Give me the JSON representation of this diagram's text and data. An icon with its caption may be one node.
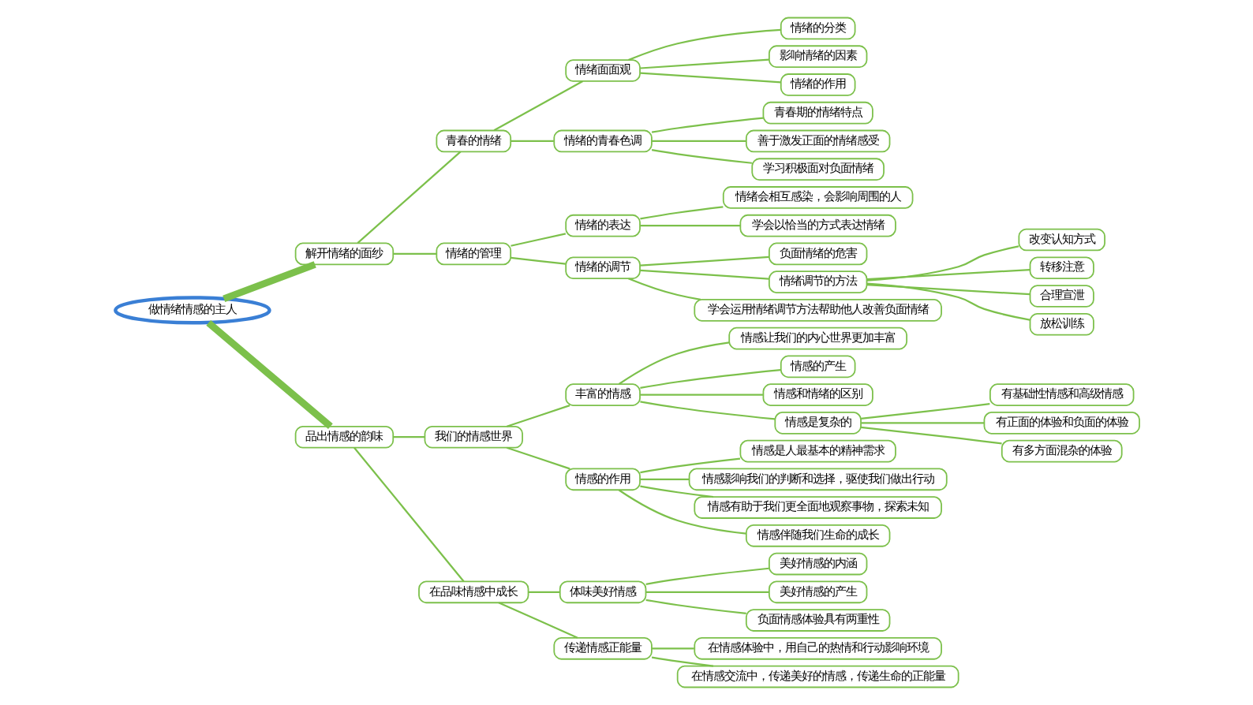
{
  "diagram": {
    "nodes": [
      {
        "text": [
          "做情绪情感的主人"
        ]
      },
      {
        "text": [
          "解开情绪的面纱"
        ]
      },
      {
        "text": [
          "青春的情绪"
        ]
      },
      {
        "text": [
          "情绪面面观"
        ]
      },
      {
        "text": [
          "情绪的分类"
        ]
      },
      {
        "text": [
          "影响情绪的因素"
        ]
      },
      {
        "text": [
          "情绪的作用"
        ]
      },
      {
        "text": [
          "情绪的青春色调"
        ]
      },
      {
        "text": [
          "青春期的情绪特点"
        ]
      },
      {
        "text": [
          "善于激发正面的情绪感受"
        ]
      },
      {
        "text": [
          "学习积极面对负面情绪"
        ]
      },
      {
        "text": [
          "情绪的管理"
        ]
      },
      {
        "text": [
          "情绪的表达"
        ]
      },
      {
        "text": [
          "情绪会相互感染，会影响周围的人"
        ]
      },
      {
        "text": [
          "学会以恰当的方式表达情绪"
        ]
      },
      {
        "text": [
          "情绪的调节"
        ]
      },
      {
        "text": [
          "负面情绪的危害"
        ]
      },
      {
        "text": [
          "情绪调节的方法"
        ]
      },
      {
        "text": [
          "改变认知方式"
        ]
      },
      {
        "text": [
          "转移注意"
        ]
      },
      {
        "text": [
          "合理宣泄"
        ]
      },
      {
        "text": [
          "放松训练"
        ]
      },
      {
        "text": [
          "学会运用情绪调节方法帮助他人改善负面情绪"
        ]
      },
      {
        "text": [
          "品出情感的韵味"
        ]
      },
      {
        "text": [
          "我们的情感世界"
        ]
      },
      {
        "text": [
          "丰富的情感"
        ]
      },
      {
        "text": [
          "情感让我们的内心世界更加丰富"
        ]
      },
      {
        "text": [
          "情感的产生"
        ]
      },
      {
        "text": [
          "情感和情绪的区别"
        ]
      },
      {
        "text": [
          "情感是复杂的"
        ]
      },
      {
        "text": [
          "有基础性情感和高级情感"
        ]
      },
      {
        "text": [
          "有正面的体验和负面的体验"
        ]
      },
      {
        "text": [
          "有多方面混杂的体验"
        ]
      },
      {
        "text": [
          "情感的作用"
        ]
      },
      {
        "text": [
          "情感是人最基本的精神需求"
        ]
      },
      {
        "text": [
          "情感影响我们的判断和选择，驱使我们做出行动"
        ]
      },
      {
        "text": [
          "情感有助于我们更全面地观察事物，探索未知"
        ]
      },
      {
        "text": [
          "情感伴随我们生命的成长"
        ]
      },
      {
        "text": [
          "在品味情感中成长"
        ]
      },
      {
        "text": [
          "体味美好情感"
        ]
      },
      {
        "text": [
          "美好情感的内涵"
        ]
      },
      {
        "text": [
          "美好情感的产生"
        ]
      },
      {
        "text": [
          "负面情感体验具有两重性"
        ]
      },
      {
        "text": [
          "传递情感正能量"
        ]
      },
      {
        "text": [
          "在情感体验中，用自己的热情和行动影响环境"
        ]
      },
      {
        "text": [
          "在情感交流中，传递美好的情感，传递生命的正能量"
        ]
      }
    ],
    "edges": [
      {
        "from": 0,
        "to": 1,
        "arrow": "none",
        "style": "thick"
      },
      {
        "from": 1,
        "to": 2,
        "arrow": "none"
      },
      {
        "from": 2,
        "to": 3,
        "arrow": "none"
      },
      {
        "from": 3,
        "to": 4,
        "arrow": "none"
      },
      {
        "from": 3,
        "to": 5,
        "arrow": "none"
      },
      {
        "from": 3,
        "to": 6,
        "arrow": "none"
      },
      {
        "from": 2,
        "to": 7,
        "arrow": "none"
      },
      {
        "from": 7,
        "to": 8,
        "arrow": "none"
      },
      {
        "from": 7,
        "to": 9,
        "arrow": "none"
      },
      {
        "from": 7,
        "to": 10,
        "arrow": "none"
      },
      {
        "from": 1,
        "to": 11,
        "arrow": "none"
      },
      {
        "from": 11,
        "to": 12,
        "arrow": "none"
      },
      {
        "from": 12,
        "to": 13,
        "arrow": "none"
      },
      {
        "from": 12,
        "to": 14,
        "arrow": "none"
      },
      {
        "from": 11,
        "to": 15,
        "arrow": "none"
      },
      {
        "from": 15,
        "to": 16,
        "arrow": "none"
      },
      {
        "from": 15,
        "to": 17,
        "arrow": "none"
      },
      {
        "from": 17,
        "to": 18,
        "arrow": "none"
      },
      {
        "from": 17,
        "to": 19,
        "arrow": "none"
      },
      {
        "from": 17,
        "to": 20,
        "arrow": "none"
      },
      {
        "from": 17,
        "to": 21,
        "arrow": "none"
      },
      {
        "from": 15,
        "to": 22,
        "arrow": "none"
      },
      {
        "from": 0,
        "to": 23,
        "arrow": "none",
        "style": "thick"
      },
      {
        "from": 23,
        "to": 24,
        "arrow": "none"
      },
      {
        "from": 24,
        "to": 25,
        "arrow": "none"
      },
      {
        "from": 25,
        "to": 26,
        "arrow": "none"
      },
      {
        "from": 25,
        "to": 27,
        "arrow": "none"
      },
      {
        "from": 25,
        "to": 28,
        "arrow": "none"
      },
      {
        "from": 25,
        "to": 29,
        "arrow": "none"
      },
      {
        "from": 29,
        "to": 30,
        "arrow": "none"
      },
      {
        "from": 29,
        "to": 31,
        "arrow": "none"
      },
      {
        "from": 29,
        "to": 32,
        "arrow": "none"
      },
      {
        "from": 24,
        "to": 33,
        "arrow": "none"
      },
      {
        "from": 33,
        "to": 34,
        "arrow": "none"
      },
      {
        "from": 33,
        "to": 35,
        "arrow": "none"
      },
      {
        "from": 33,
        "to": 36,
        "arrow": "none"
      },
      {
        "from": 33,
        "to": 37,
        "arrow": "none"
      },
      {
        "from": 23,
        "to": 38,
        "arrow": "none"
      },
      {
        "from": 38,
        "to": 39,
        "arrow": "none"
      },
      {
        "from": 39,
        "to": 40,
        "arrow": "none"
      },
      {
        "from": 39,
        "to": 41,
        "arrow": "none"
      },
      {
        "from": 39,
        "to": 42,
        "arrow": "none"
      },
      {
        "from": 38,
        "to": 43,
        "arrow": "none"
      },
      {
        "from": 43,
        "to": 44,
        "arrow": "none"
      },
      {
        "from": 43,
        "to": 45,
        "arrow": "none"
      }
    ]
  }
}
